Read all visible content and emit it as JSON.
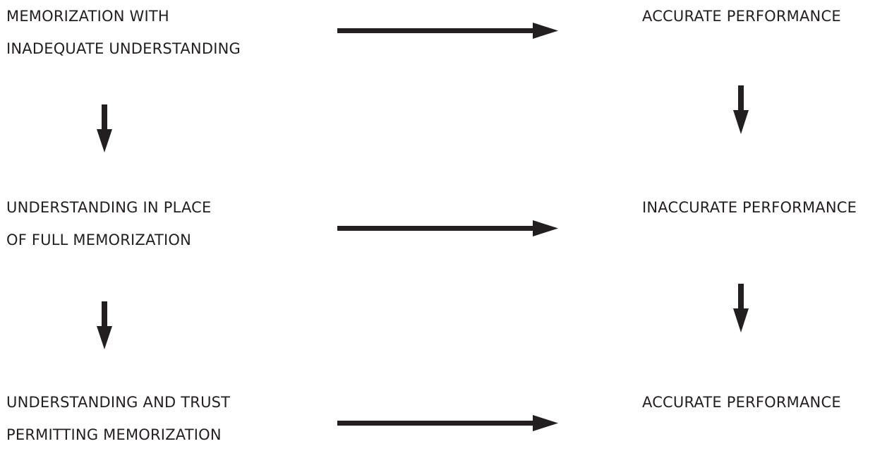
{
  "diagram": {
    "left_column": [
      {
        "lines": [
          "MEMORIZATION WITH",
          "INADEQUATE UNDERSTANDING"
        ]
      },
      {
        "lines": [
          "UNDERSTANDING IN PLACE",
          "OF FULL MEMORIZATION"
        ]
      },
      {
        "lines": [
          "UNDERSTANDING AND TRUST",
          "PERMITTING MEMORIZATION"
        ]
      }
    ],
    "right_column": [
      {
        "text": "ACCURATE PERFORMANCE"
      },
      {
        "text": "INACCURATE PERFORMANCE"
      },
      {
        "text": "ACCURATE PERFORMANCE"
      }
    ],
    "colors": {
      "text": "#231f20",
      "arrow": "#231f20",
      "background": "#ffffff"
    }
  }
}
